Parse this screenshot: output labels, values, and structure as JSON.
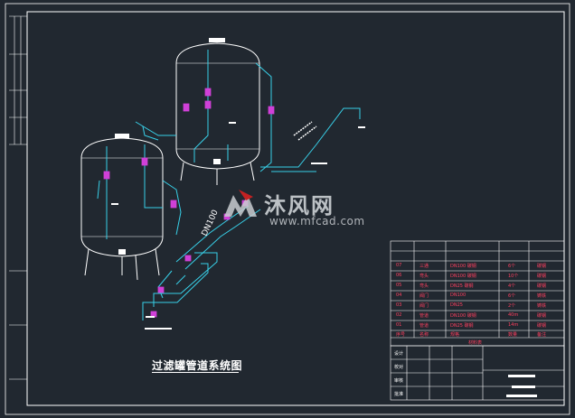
{
  "drawing": {
    "title": "过滤罐管道系统图",
    "dn_label": "DN100"
  },
  "watermark": {
    "brand_cn": "沐风网",
    "url": "www.mfcad.com"
  },
  "bom": {
    "rows": [
      {
        "no": "07",
        "name": "三通",
        "spec": "DN100 碳钢",
        "qty": "6个",
        "material": "碳钢"
      },
      {
        "no": "06",
        "name": "弯头",
        "spec": "DN100 碳钢",
        "qty": "10个",
        "material": "碳钢"
      },
      {
        "no": "05",
        "name": "弯头",
        "spec": "DN25 碳钢",
        "qty": "4个",
        "material": "碳钢"
      },
      {
        "no": "04",
        "name": "阀门",
        "spec": "DN100",
        "qty": "6个",
        "material": "铸铁"
      },
      {
        "no": "03",
        "name": "阀门",
        "spec": "DN25",
        "qty": "2个",
        "material": "铸铁"
      },
      {
        "no": "02",
        "name": "管道",
        "spec": "DN100 碳钢",
        "qty": "40m",
        "material": "碳钢"
      },
      {
        "no": "01",
        "name": "管道",
        "spec": "DN25 碳钢",
        "qty": "14m",
        "material": "碳钢"
      }
    ],
    "header": {
      "no": "序号",
      "name": "名称",
      "spec": "规格",
      "qty": "数量",
      "material": "备注"
    },
    "caption": "材料表"
  },
  "title_block": {
    "left_labels": [
      "设计",
      "校对",
      "审核",
      "批准"
    ]
  },
  "colors": {
    "background": "#212830",
    "frame": "#ffffff",
    "pipe": "#38d0e8",
    "valve": "#d040d8",
    "vessel": "#ffffff",
    "bom_text": "#ff4060"
  }
}
